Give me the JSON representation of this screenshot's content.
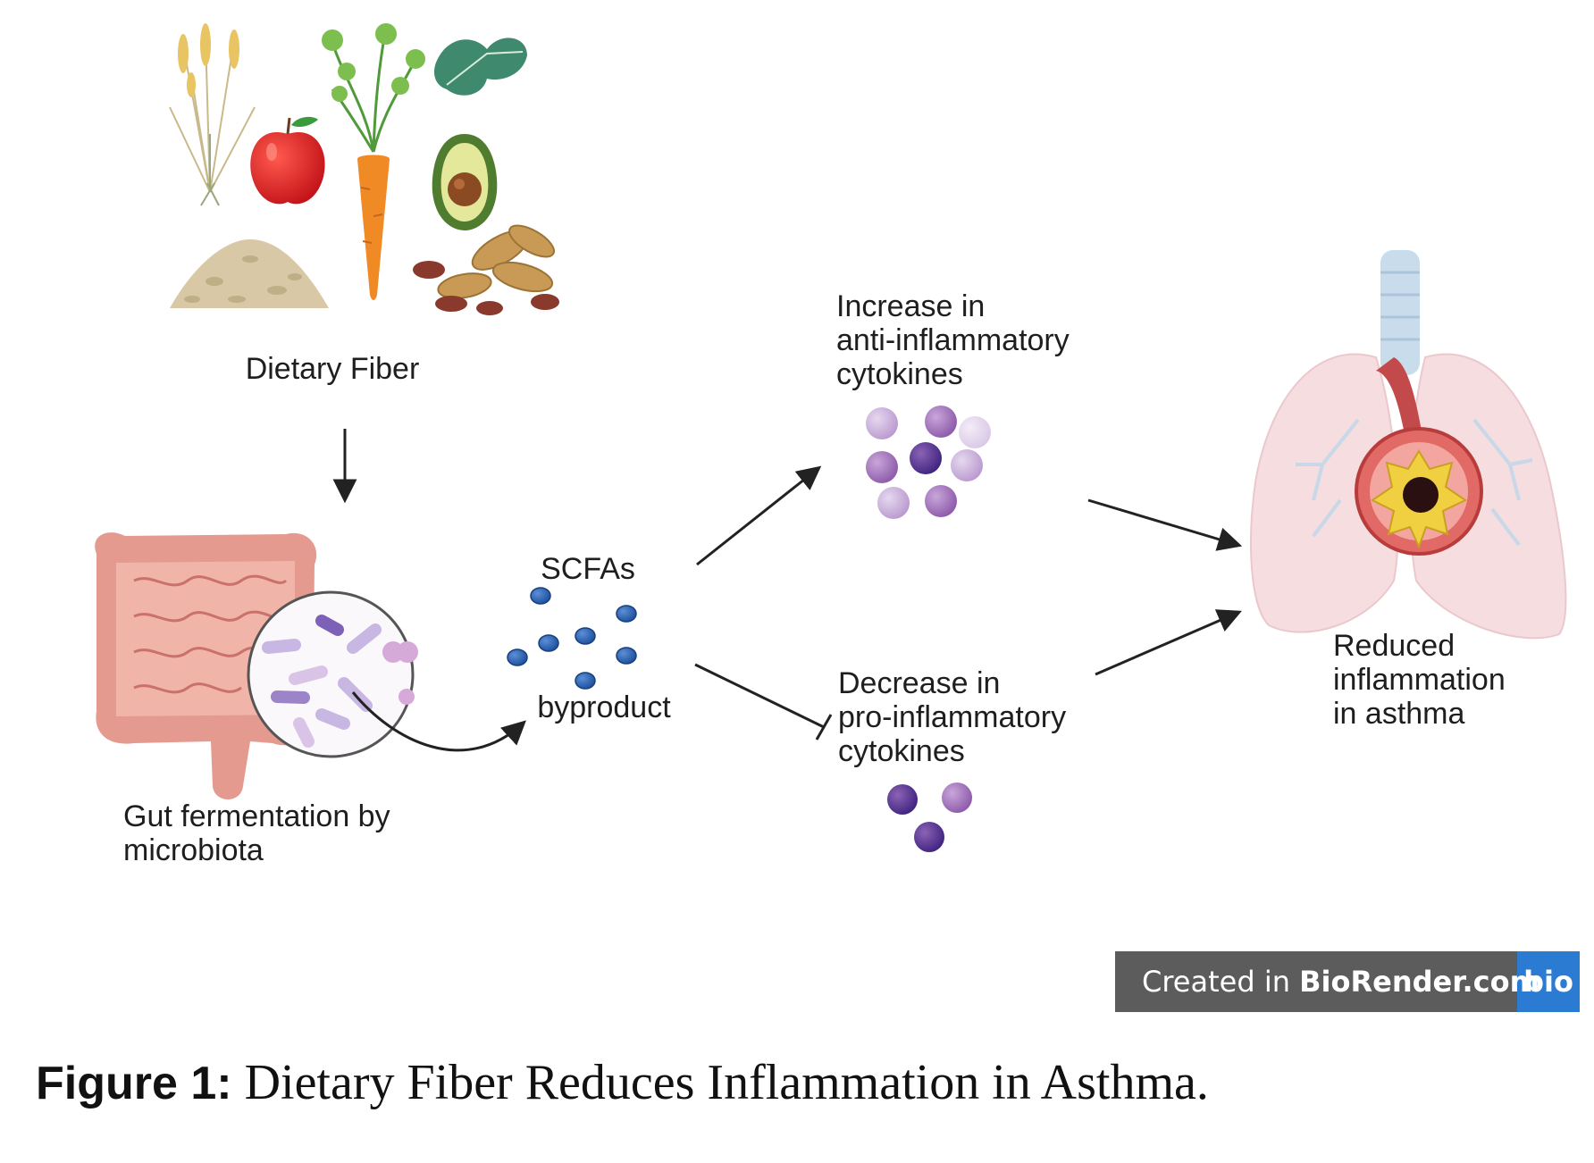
{
  "labels": {
    "dietary_fiber": "Dietary Fiber",
    "gut_line1": "Gut fermentation by",
    "gut_line2": "microbiota",
    "scfas": "SCFAs",
    "byproduct": "byproduct",
    "increase_line1": "Increase in",
    "increase_line2": "anti-inflammatory",
    "increase_line3": "cytokines",
    "decrease_line1": "Decrease in",
    "decrease_line2": "pro-inflammatory",
    "decrease_line3": "cytokines",
    "reduced_line1": "Reduced",
    "reduced_line2": "inflammation",
    "reduced_line3": "in asthma"
  },
  "badge": {
    "prefix": "Created in ",
    "brand": "BioRender.com",
    "logo": "bio"
  },
  "caption": {
    "label": "Figure 1:",
    "text": "Dietary Fiber Reduces Inflammation in Asthma."
  },
  "icons": [
    "wheat-icon",
    "apple-icon",
    "carrot-icon",
    "kale-leaf-icon",
    "avocado-icon",
    "oats-icon",
    "peanuts-icon",
    "intestine-icon",
    "microbiota-magnifier-icon",
    "scfa-molecules-icon",
    "anti-inflammatory-cytokines-icon",
    "pro-inflammatory-cytokines-icon",
    "lungs-icon",
    "airway-cross-section-icon"
  ],
  "colors": {
    "scfa_dot": "#2d5fb0",
    "anti_cytokine": "#b48bc9",
    "pro_cytokine": "#4a2f8f",
    "intestine": "#e49a8f",
    "lung": "#f5dde0",
    "badge_bg": "#5c5c5c",
    "badge_logo_bg": "#2b7bd3"
  }
}
